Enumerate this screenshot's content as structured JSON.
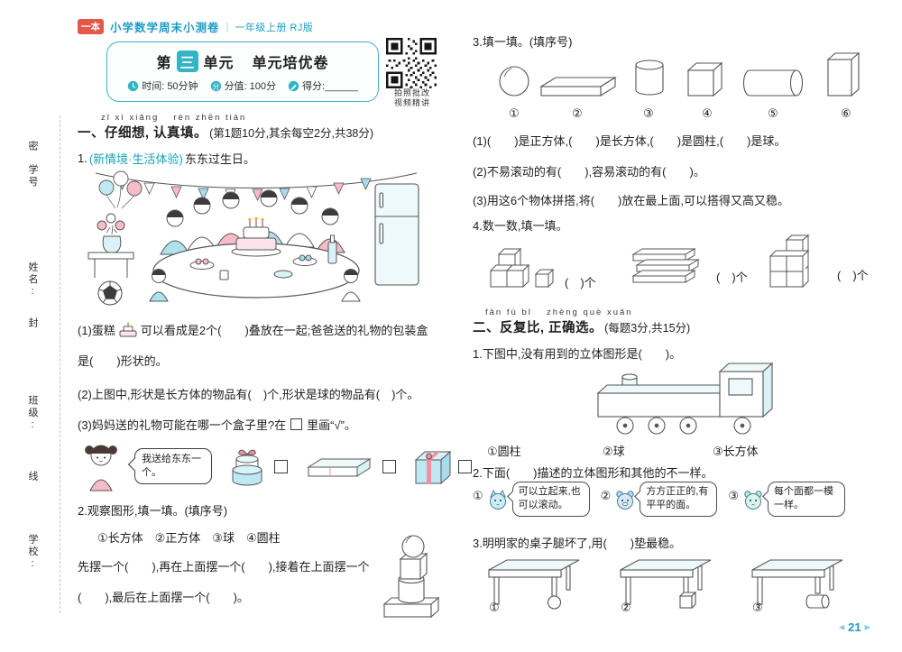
{
  "header": {
    "logo": "一本",
    "series": "小学数学周末小测卷",
    "divider": "|",
    "edition": "一年级上册 RJ版"
  },
  "seal": {
    "mi": "密",
    "xuehao": "学号",
    "xingming": "姓名:",
    "feng": "封",
    "banji": "班级:",
    "xian": "线",
    "xuexiao": "学校:"
  },
  "title_box": {
    "prefix": "第",
    "num": "三",
    "suffix": "单元",
    "subtitle": "单元培优卷",
    "time": "时间: 50分钟",
    "score": "分值: 100分",
    "gain": "得分:______"
  },
  "qr": {
    "cap1": "拍照批改",
    "cap2": "视频精讲"
  },
  "section1": {
    "pinyin": "zǐ xì xiǎng　 rèn zhēn tián",
    "title": "一、仔细想, 认真填。",
    "note": "(第1题10分,其余每空2分,共38分)"
  },
  "q1": {
    "label": "1.",
    "tag": "(新情境·生活体验)",
    "stem": "东东过生日。",
    "l1a": "(1)蛋糕",
    "l1b": "可以看成是2个(　　)叠放在一起;爸爸送的礼物的包装盒",
    "l1c": "是(　　)形状的。",
    "l2": "(2)上图中,形状是长方体的物品有(　)个,形状是球的物品有(　)个。",
    "l3a": "(3)妈妈送的礼物可能在哪一个盒子里?在",
    "l3b": "里画“√”。",
    "speech": "我送给东东一个。"
  },
  "q2": {
    "title": "2.观察图形,填一填。(填序号)",
    "options": "①长方体　②正方体　③球　④圆柱",
    "line1": "先摆一个(　　),再在上面摆一个(　　),接着在上面摆一个",
    "line2": "(　　),最后在上面摆一个(　　)。"
  },
  "q3": {
    "title": "3.填一填。(填序号)",
    "n1": "①",
    "n2": "②",
    "n3": "③",
    "n4": "④",
    "n5": "⑤",
    "n6": "⑥",
    "l1": "(1)(　　)是正方体,(　　)是长方体,(　　)是圆柱,(　　)是球。",
    "l2": "(2)不易滚动的有(　　),容易滚动的有(　　)。",
    "l3": "(3)用这6个物体拼搭,将(　　)放在最上面,可以搭得又高又稳。"
  },
  "q4": {
    "title": "4.数一数,填一填。",
    "c1": "(　)个",
    "c2": "(　)个",
    "c3": "(　)个"
  },
  "section2": {
    "pinyin": "fǎn fù bǐ　 zhèng què xuǎn",
    "title": "二、反复比, 正确选。",
    "note": "(每题3分,共15分)"
  },
  "s2q1": {
    "title": "1.下图中,没有用到的立体图形是(　　)。",
    "o1": "①圆柱",
    "o2": "②球",
    "o3": "③长方体"
  },
  "s2q2": {
    "title": "2.下面(　　)描述的立体图形和其他的不一样。",
    "n1": "①",
    "n2": "②",
    "n3": "③",
    "b1": "可以立起来,也可以滚动。",
    "b2": "方方正正的,有平平的面。",
    "b3": "每个面都一模一样。"
  },
  "s2q3": {
    "title": "3.明明家的桌子腿坏了,用(　　)垫最稳。",
    "n1": "①",
    "n2": "②",
    "n3": "③"
  },
  "footer": {
    "prev": "◀",
    "page": "21",
    "next": "▶"
  }
}
